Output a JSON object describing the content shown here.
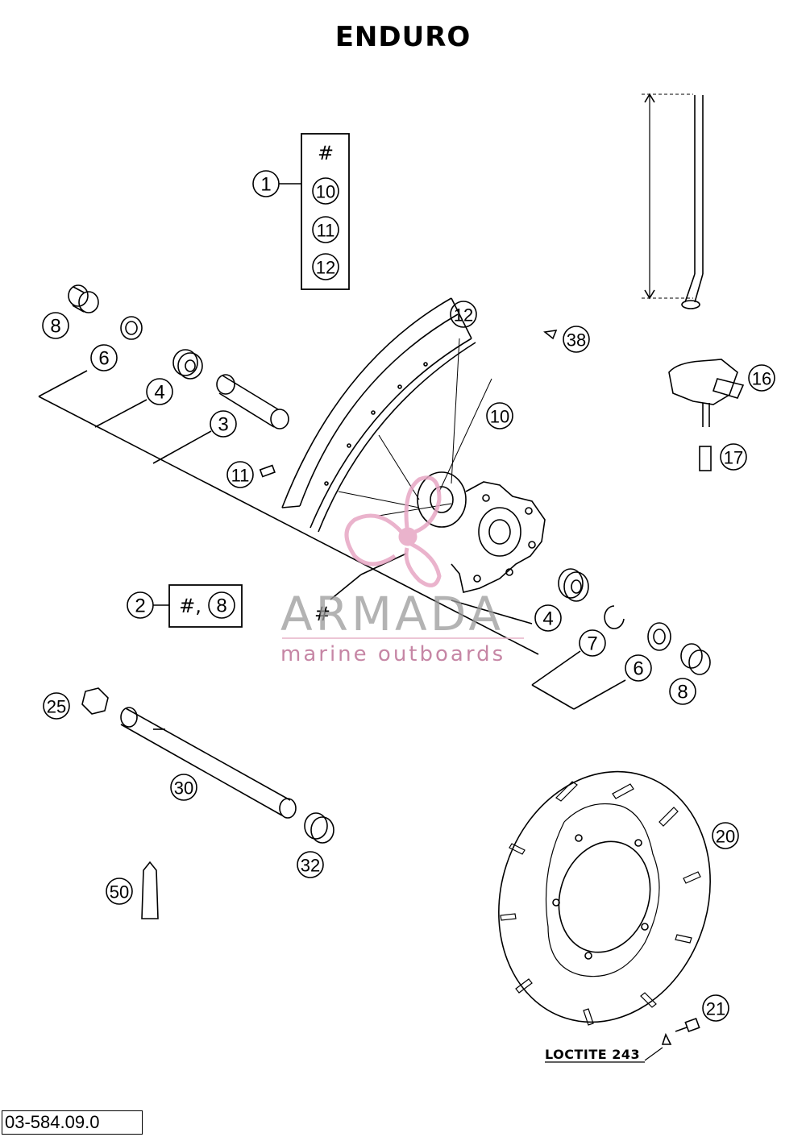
{
  "title": "ENDURO",
  "callouts": {
    "c1": "1",
    "c2": "2",
    "c3": "3",
    "c4a": "4",
    "c4b": "4",
    "c6a": "6",
    "c6b": "6",
    "c7": "7",
    "c8a": "8",
    "c8b": "8",
    "c10": "10",
    "c11": "11",
    "c12": "12",
    "c16": "16",
    "c17": "17",
    "c20": "20",
    "c21": "21",
    "c25": "25",
    "c30": "30",
    "c32": "32",
    "c38": "38",
    "c50": "50"
  },
  "kit1": {
    "hash": "#",
    "items": [
      "10",
      "11",
      "12"
    ]
  },
  "kit2": {
    "hash": "#,",
    "item": "8"
  },
  "hub_hash": "#",
  "loctite": "LOCTITE 243",
  "drawing_code": "03-584.09.0",
  "watermark": {
    "brand": "ARMADA",
    "sub": "marine outboards",
    "brand_color": "#9a9a9a",
    "accent_color": "#e7a6c4"
  }
}
